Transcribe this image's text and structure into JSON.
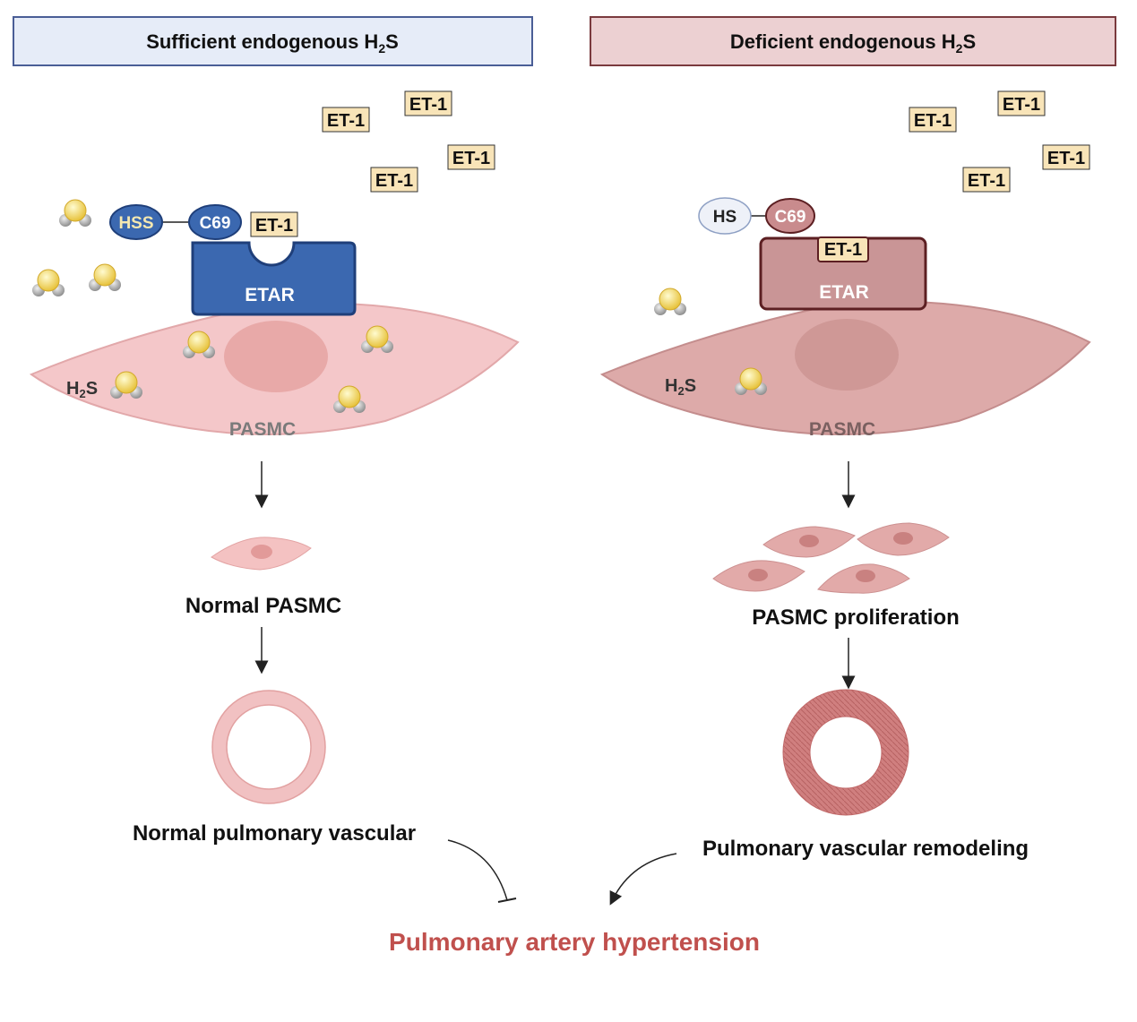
{
  "left_panel": {
    "header": {
      "text_prefix": "Sufficient endogenous H",
      "text_sub": "2",
      "text_suffix": "S"
    },
    "et1_labels": [
      "ET-1",
      "ET-1",
      "ET-1",
      "ET-1"
    ],
    "hss_label": "HSS",
    "c69_label": "C69",
    "bound_et1_label": "ET-1",
    "etar_label": "ETAR",
    "h2s_label": {
      "prefix": "H",
      "sub": "2",
      "suffix": "S"
    },
    "pasmc_label": "PASMC",
    "cell_outcome": "Normal PASMC",
    "vessel_outcome": "Normal pulmonary vascular"
  },
  "right_panel": {
    "header": {
      "text_prefix": "Deficient endogenous H",
      "text_sub": "2",
      "text_suffix": "S"
    },
    "et1_labels": [
      "ET-1",
      "ET-1",
      "ET-1",
      "ET-1"
    ],
    "hs_label": "HS",
    "c69_label": "C69",
    "bound_et1_label": "ET-1",
    "etar_label": "ETAR",
    "h2s_label": {
      "prefix": "H",
      "sub": "2",
      "suffix": "S"
    },
    "pasmc_label": "PASMC",
    "cell_outcome": "PASMC proliferation",
    "vessel_outcome": "Pulmonary vascular remodeling"
  },
  "conclusion": "Pulmonary artery hypertension",
  "colors": {
    "left_header_fill": "#e6ecf8",
    "left_header_stroke": "#4a5e96",
    "right_header_fill": "#ecd0d2",
    "right_header_stroke": "#7a3a3e",
    "et1_fill": "#f8e4b8",
    "etar_blue": "#3b68b0",
    "etar_pink": "#c99596",
    "cell_pink_light": "#f4c7c9",
    "cell_pink_dark": "#ddaaa9",
    "conclusion_red": "#c0504d"
  }
}
